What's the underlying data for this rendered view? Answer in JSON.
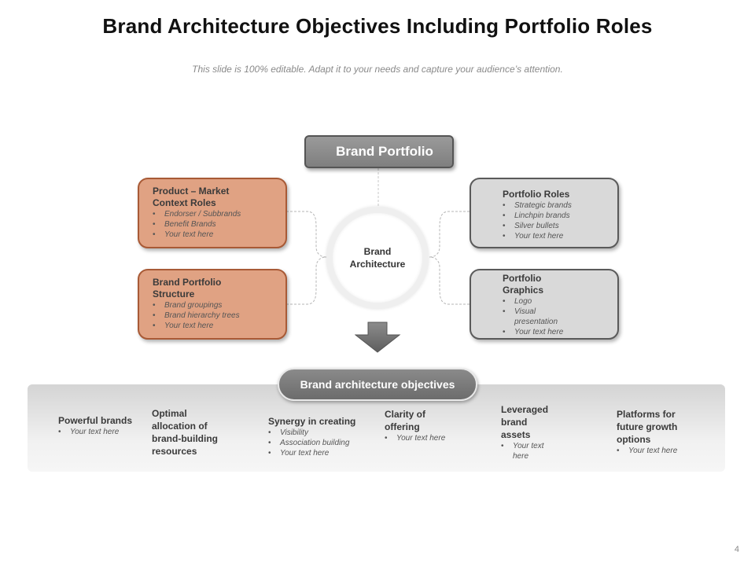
{
  "title": "Brand Architecture Objectives Including Portfolio Roles",
  "subtitle": "This slide is 100% editable. Adapt it to your needs and capture your audience’s attention.",
  "page_number": "4",
  "portfolio": {
    "label": "Brand Portfolio"
  },
  "center": {
    "line1": "Brand",
    "line2": "Architecture"
  },
  "cards": {
    "product_market": {
      "title_line1": "Product – Market",
      "title_line2": "Context Roles",
      "bullets": [
        "Endorser / Subbrands",
        "Benefit Brands",
        "Your text here"
      ]
    },
    "portfolio_structure": {
      "title_line1": "Brand Portfolio",
      "title_line2": "Structure",
      "bullets": [
        "Brand groupings",
        "Brand hierarchy trees",
        "Your text here"
      ]
    },
    "portfolio_roles": {
      "title": "Portfolio Roles",
      "bullets": [
        "Strategic brands",
        "Linchpin brands",
        "Silver bullets",
        "Your text here"
      ]
    },
    "portfolio_graphics": {
      "title_line1": "Portfolio",
      "title_line2": "Graphics",
      "bullets": [
        "Logo",
        "Visual",
        "presentation",
        "Your text here"
      ]
    }
  },
  "objectives": {
    "label": "Brand architecture objectives",
    "items": [
      {
        "title": "Powerful brands",
        "bullets": [
          "Your text here"
        ]
      },
      {
        "title_lines": [
          "Optimal",
          "allocation of",
          "brand-building",
          "resources"
        ]
      },
      {
        "title": "Synergy in creating",
        "bullets": [
          "Visibility",
          "Association building",
          "Your text here"
        ]
      },
      {
        "title_lines": [
          "Clarity of",
          "offering"
        ],
        "bullets": [
          "Your text here"
        ]
      },
      {
        "title_lines": [
          "Leveraged",
          "brand",
          "assets"
        ],
        "bullets": [
          "Your text",
          "here"
        ]
      },
      {
        "title_lines": [
          "Platforms for",
          "future growth",
          "options"
        ],
        "bullets": [
          "Your text here"
        ]
      }
    ]
  },
  "colors": {
    "orange_fill": "#e0a283",
    "orange_border": "#a85a36",
    "grey_fill": "#d9d9d9",
    "dark_grey": "#7f7f7f"
  }
}
